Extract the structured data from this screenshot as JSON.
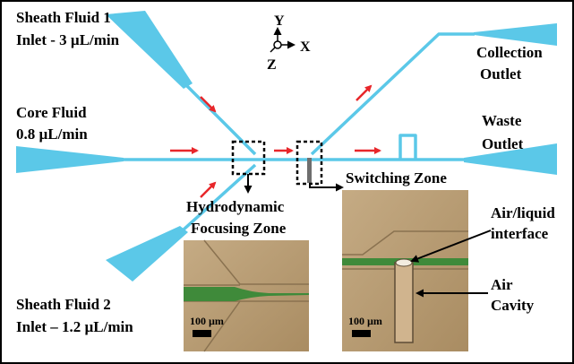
{
  "labels": {
    "sheath1_line1": "Sheath Fluid 1",
    "sheath1_line2": "Inlet - 3 µL/min",
    "core_line1": "Core Fluid",
    "core_line2": "0.8 µL/min",
    "sheath2_line1": "Sheath Fluid 2",
    "sheath2_line2": "Inlet – 1.2 µL/min",
    "collection_line1": "Collection",
    "collection_line2": "Outlet",
    "waste_line1": "Waste",
    "waste_line2": "Outlet",
    "hydro_line1": "Hydrodynamic",
    "hydro_line2": "Focusing Zone",
    "switching": "Switching Zone",
    "airliquid_line1": "Air/liquid",
    "airliquid_line2": "interface",
    "air_line1": "Air",
    "air_line2": "Cavity"
  },
  "axes": {
    "y": "Y",
    "x": "X",
    "z": "Z"
  },
  "scalebars": {
    "left": "100 µm",
    "right": "100 µm"
  },
  "colors": {
    "channel": "#5bc8e8",
    "arrow": "#e8262a",
    "photo_bg": "#b79c74",
    "green_stream": "#3f8a3a",
    "border": "#000000"
  }
}
